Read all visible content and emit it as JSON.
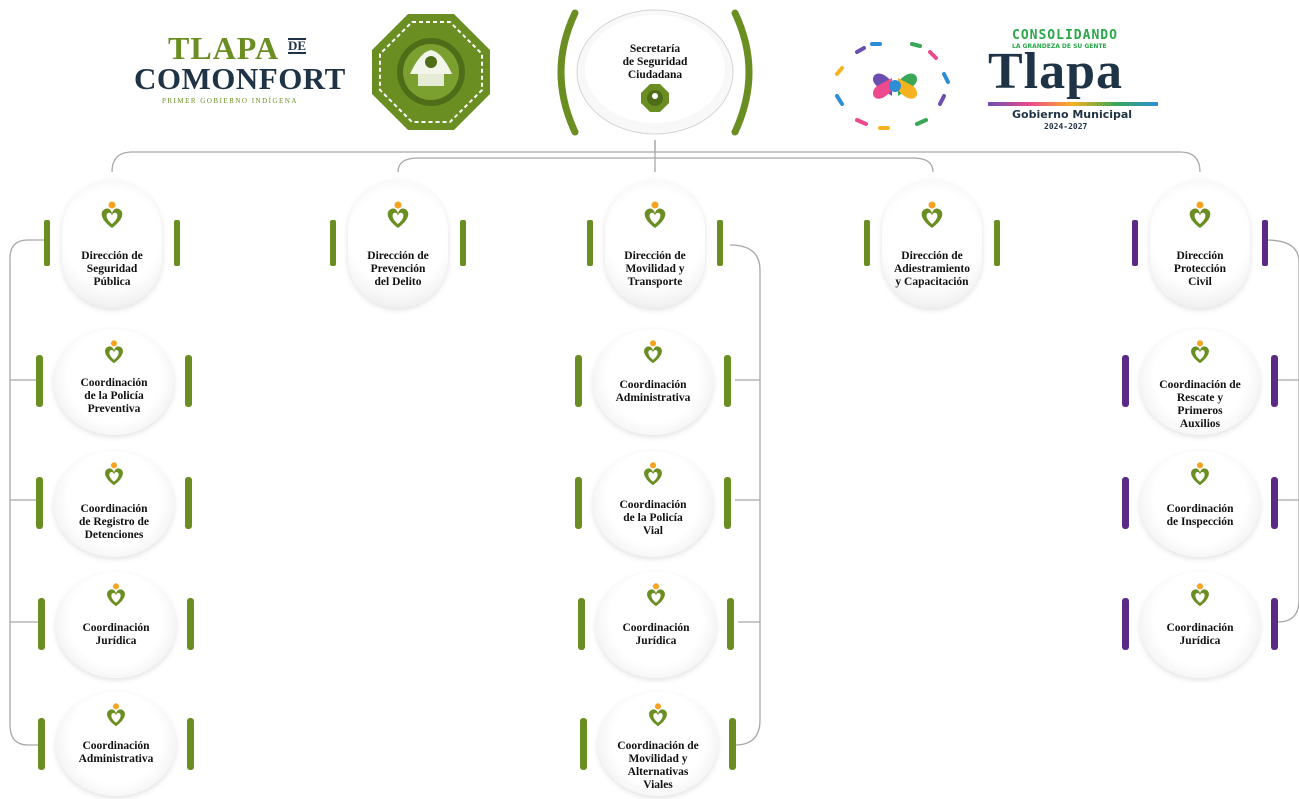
{
  "header": {
    "left_logo": {
      "line1": "TLAPA",
      "de": "DE",
      "line2": "COMONFORT",
      "tagline": "PRIMER GOBIERNO INDÍGENA",
      "seal_icon": "municipal-seal-icon"
    },
    "right_logo": {
      "kicker": "CONSOLIDANDO",
      "kicker_sub": "LA GRANDEZA DE SU GENTE",
      "name": "Tlapa",
      "gov": "Gobierno Municipal",
      "years": "2024-2027",
      "flower_icon": "four-heart-flower-icon"
    },
    "colors": {
      "green": "#6b8e23",
      "purple": "#5b2a86",
      "dark_blue": "#1f3346",
      "gray_line": "#a8a8a8"
    }
  },
  "org": {
    "root": {
      "label": "Secretaría\nde Seguridad\nCiudadana",
      "icon": "municipal-seal-icon"
    },
    "directions": [
      {
        "label": "Dirección de\nSeguridad\nPública"
      },
      {
        "label": "Dirección de\nPrevención\ndel Delito"
      },
      {
        "label": "Dirección de\nMovilidad  y\nTransporte"
      },
      {
        "label": "Dirección de\nAdiestramiento\ny Capacitación"
      },
      {
        "label": "Dirección\nProtección\nCivil"
      }
    ],
    "coord_spf": [
      {
        "label": "Coordinación\nde la Policía\nPreventiva"
      },
      {
        "label": "Coordinación\nde Registro de\nDetenciones"
      },
      {
        "label": "Coordinación\nJurídica"
      },
      {
        "label": "Coordinación\nAdministrativa"
      }
    ],
    "coord_mov": [
      {
        "label": "Coordinación\nAdministrativa"
      },
      {
        "label": "Coordinación\nde la Policía\nVial"
      },
      {
        "label": "Coordinación\nJurídica"
      },
      {
        "label": "Coordinación de\nMovilidad y\nAlternativas\nViales"
      }
    ],
    "coord_pc": [
      {
        "label": "Coordinación de\nRescate y\nPrimeros\nAuxilios"
      },
      {
        "label": "Coordinación\nde Inspección"
      },
      {
        "label": "Coordinación\nJurídica"
      }
    ],
    "node_icon": "leaf-heart-icon"
  }
}
